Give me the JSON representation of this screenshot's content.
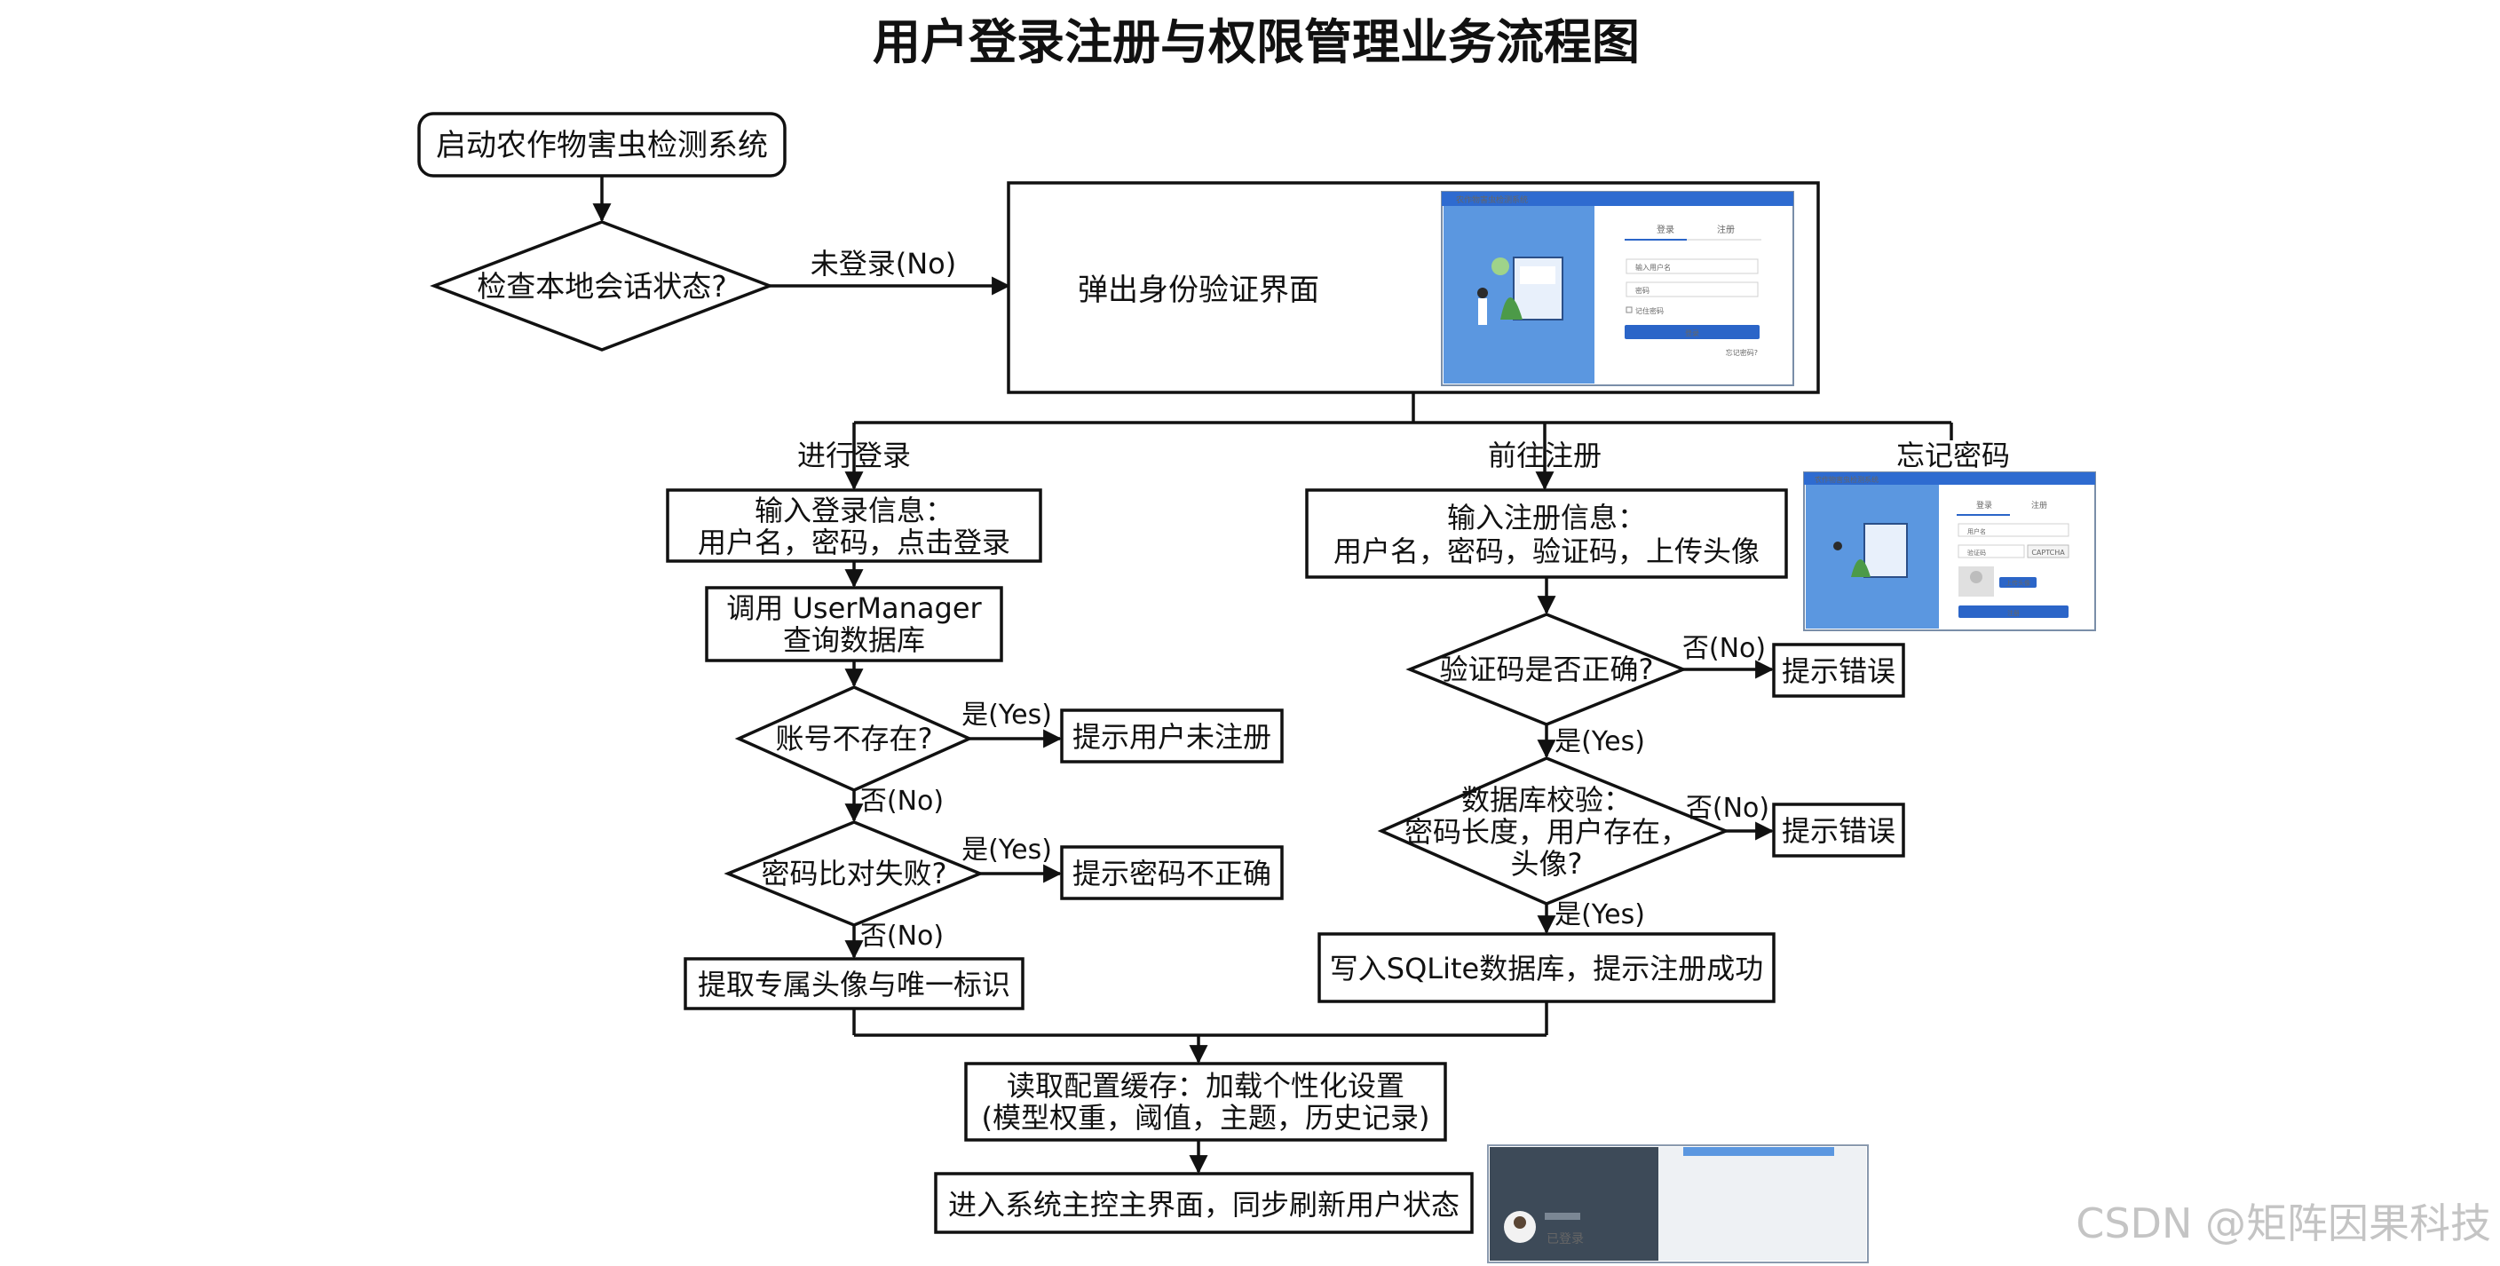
{
  "title": "用户登录注册与权限管理业务流程图",
  "nodes": {
    "start": "启动农作物害虫检测系统",
    "check_session": "检查本地会话状态?",
    "not_logged_in": "未登录(No)",
    "auth_popup": "弹出身份验证界面",
    "branch_login": "进行登录",
    "branch_register": "前往注册",
    "branch_forgot": "忘记密码",
    "login_input": [
      "输入登录信息：",
      "用户名，密码，点击登录"
    ],
    "call_manager": [
      "调用 UserManager",
      "查询数据库"
    ],
    "account_missing": "账号不存在?",
    "yes_1": "是(Yes)",
    "tip_unregistered": "提示用户未注册",
    "no_1": "否(No)",
    "pwd_mismatch": "密码比对失败?",
    "yes_2": "是(Yes)",
    "tip_wrong_pwd": "提示密码不正确",
    "no_2": "否(No)",
    "fetch_avatar": "提取专属头像与唯一标识",
    "register_input": [
      "输入注册信息：",
      "用户名，密码，验证码，上传头像"
    ],
    "captcha_ok": "验证码是否正确?",
    "no_3": "否(No)",
    "tip_error_1": "提示错误",
    "yes_3": "是(Yes)",
    "db_check": [
      "数据库校验：",
      "密码长度，用户存在，",
      "头像?"
    ],
    "no_4": "否(No)",
    "tip_error_2": "提示错误",
    "yes_4": "是(Yes)",
    "write_db": "写入SQLite数据库，提示注册成功",
    "load_config": [
      "读取配置缓存：加载个性化设置",
      "(模型权重，阈值，主题，历史记录)"
    ],
    "enter_main": "进入系统主控主界面，同步刷新用户状态"
  },
  "mock_login": {
    "window_title": "农作物害虫检测系统",
    "tab_login": "登录",
    "tab_register": "注册",
    "username_placeholder": "输入用户名",
    "password_placeholder": "密码",
    "remember": "记住密码",
    "login_button": "登录",
    "forgot_link": "忘记密码?"
  },
  "mock_forgot": {
    "window_title": "农作物害虫检测系统",
    "tab_login": "登录",
    "tab_register": "注册",
    "username_placeholder": "用户名",
    "captcha_placeholder": "验证码",
    "captcha_image": "CAPTCHA",
    "upload_button": "上传头像",
    "submit_button": "注册"
  },
  "mock_main": {
    "status": "已登录"
  },
  "watermark": "CSDN @矩阵因果科技",
  "colors": {
    "line": "#111111",
    "accent_blue": "#2b65c8",
    "panel_blue": "#5b97e0",
    "dark_panel": "#3d4a58"
  }
}
